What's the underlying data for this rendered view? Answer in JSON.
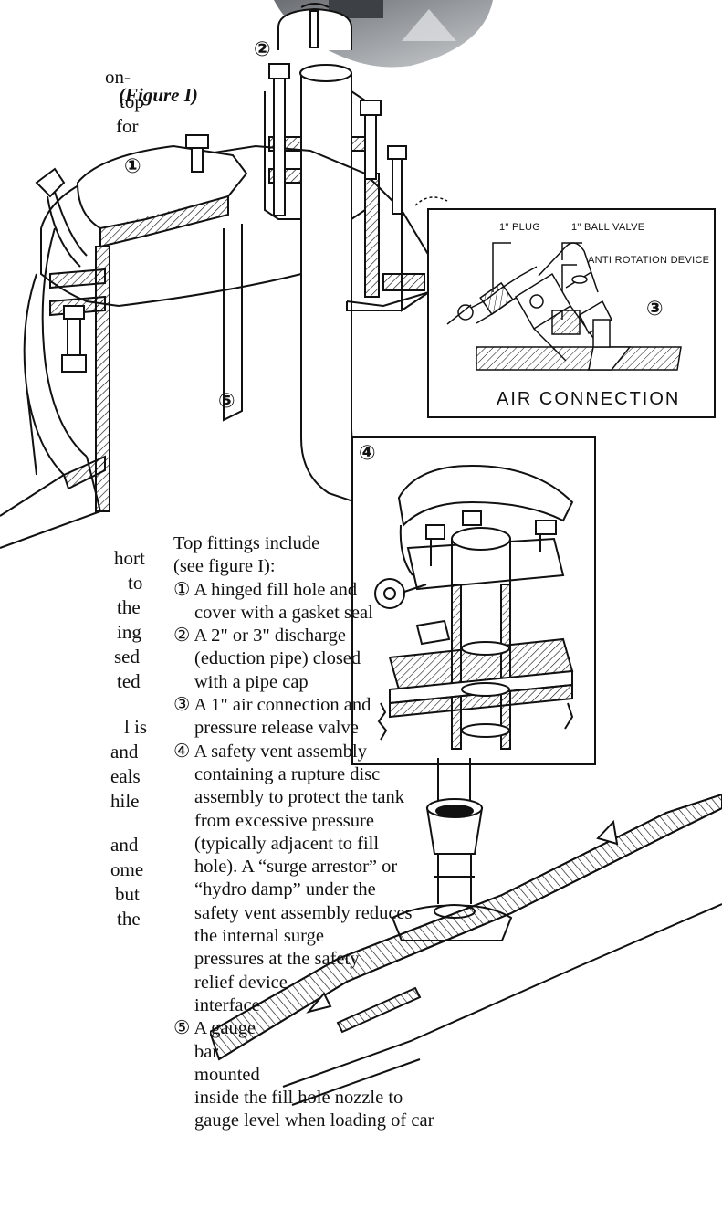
{
  "figure_caption": "(Figure I)",
  "body_fragments": [
    "on-",
    "top",
    "for",
    "hort",
    "to",
    "the",
    "ing",
    "sed",
    "ted",
    "l is",
    "and",
    "eals",
    "hile",
    "and",
    "ome",
    "but",
    "the"
  ],
  "markers": [
    "①",
    "②",
    "③",
    "④",
    "⑤"
  ],
  "air_inset": {
    "title": "AIR CONNECTION",
    "labels": [
      "1\" PLUG",
      "1\" BALL VALVE",
      "ANTI ROTATION DEVICE"
    ]
  },
  "fittings_text": [
    "Top fittings include",
    "(see figure I):",
    "① A hinged fill hole and",
    "cover with a gasket seal",
    "② A 2\" or 3\" discharge",
    "(eduction pipe) closed",
    "with a pipe cap",
    "③ A 1\" air connection and",
    "pressure release valve",
    "④ A safety vent assembly",
    "containing a rupture disc",
    "assembly to protect the tank",
    "from excessive pressure",
    "(typically adjacent to fill",
    "hole). A “surge arrestor” or",
    "“hydro damp” under the",
    "safety vent assembly reduces",
    "the internal surge",
    "pressures at the safety",
    "relief device",
    "interface",
    "⑤ A gauge",
    "bar",
    "mounted",
    "inside the fill hole nozzle to",
    "gauge level when loading of car"
  ]
}
